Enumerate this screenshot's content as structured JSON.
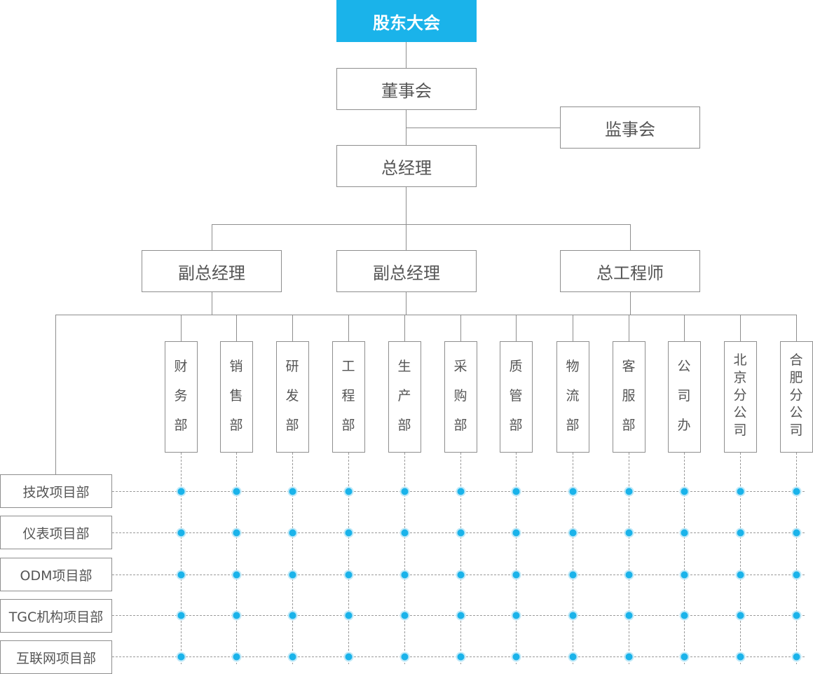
{
  "colors": {
    "accent": "#1ab3ea",
    "line": "#8e8e8e",
    "node": "#1ab3ea"
  },
  "top": {
    "label": "股东大会"
  },
  "board": {
    "label": "董事会"
  },
  "supervisors": {
    "label": "监事会"
  },
  "ceo": {
    "label": "总经理"
  },
  "deputies": [
    {
      "label": "副总经理"
    },
    {
      "label": "副总经理"
    },
    {
      "label": "总工程师"
    }
  ],
  "departments": [
    {
      "label": "财务部"
    },
    {
      "label": "销售部"
    },
    {
      "label": "研发部"
    },
    {
      "label": "工程部"
    },
    {
      "label": "生产部"
    },
    {
      "label": "采购部"
    },
    {
      "label": "质管部"
    },
    {
      "label": "物流部"
    },
    {
      "label": "客服部"
    },
    {
      "label": "公司办"
    },
    {
      "label": "北京分公司"
    },
    {
      "label": "合肥分公司"
    }
  ],
  "projects": [
    {
      "label": "技改项目部"
    },
    {
      "label": "仪表项目部"
    },
    {
      "label": "ODM项目部"
    },
    {
      "label": "TGC机构项目部"
    },
    {
      "label": "互联网项目部"
    }
  ]
}
